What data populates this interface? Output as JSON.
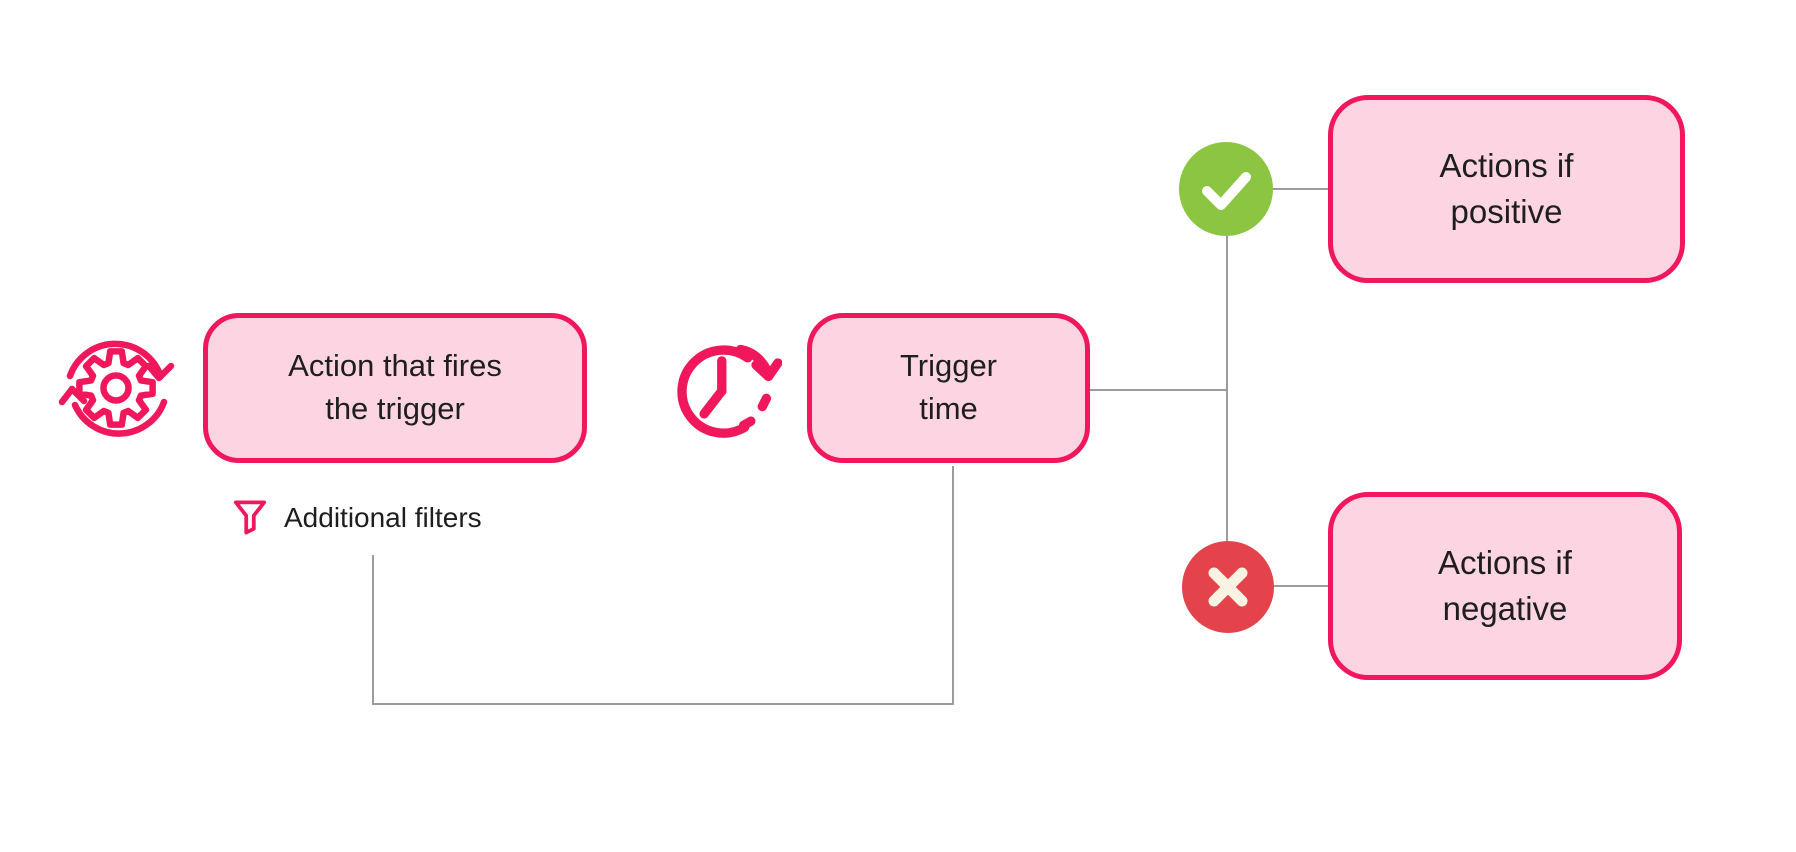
{
  "colors": {
    "accent_pink": "#F0175D",
    "node_fill": "#FDD4E1",
    "line_gray": "#9B9B9B",
    "green": "#8BC541",
    "red": "#E5434B",
    "cross_cream": "#FAF2E3",
    "text": "#1E1E1E",
    "bg": "#FFFFFF"
  },
  "diagram": {
    "nodes": {
      "action": {
        "line1": "Action that fires",
        "line2": "the trigger"
      },
      "trigger": {
        "line1": "Trigger",
        "line2": "time"
      },
      "positive": {
        "line1": "Actions if",
        "line2": "positive"
      },
      "negative": {
        "line1": "Actions if",
        "line2": "negative"
      }
    },
    "filters_label": "Additional filters",
    "icons": {
      "gear": "gear-sync-icon",
      "clock": "clock-arrow-icon",
      "funnel": "funnel-filter-icon",
      "check": "check-icon",
      "cross": "cross-icon"
    }
  }
}
